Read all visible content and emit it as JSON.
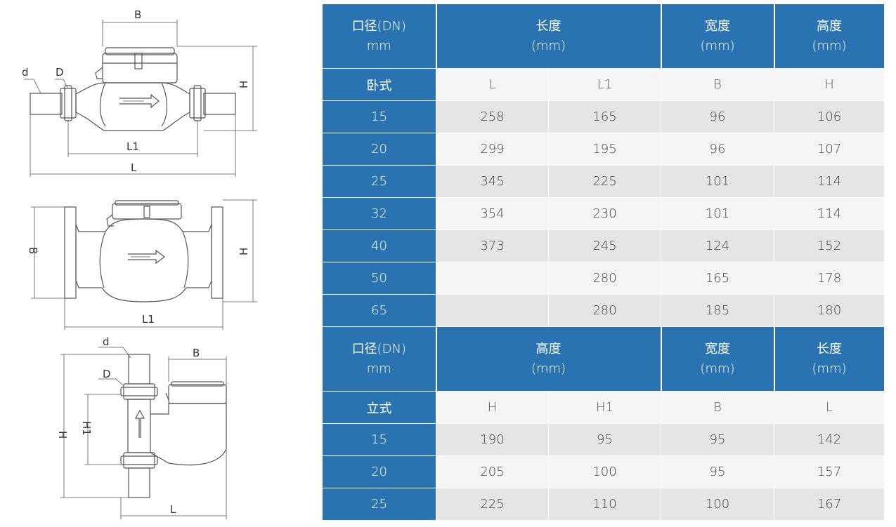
{
  "drawing_labels": {
    "horizontal_side": {
      "B": "B",
      "d": "d",
      "D": "D",
      "H": "H",
      "L1": "L1",
      "L": "L"
    },
    "horizontal_top": {
      "B": "B",
      "H": "H",
      "L1": "L1"
    },
    "vertical": {
      "d": "d",
      "D": "D",
      "B": "B",
      "H": "H",
      "H1": "H1",
      "L": "L"
    }
  },
  "horizontal": {
    "header": {
      "dn_line1": "口径(DN)",
      "dn_line2": "mm",
      "col_a_line1": "长度",
      "col_a_line2": "(mm)",
      "col_b_line1": "宽度",
      "col_b_line2": "(mm)",
      "col_c_line1": "高度",
      "col_c_line2": "(mm)"
    },
    "sub": {
      "label": "卧式",
      "c1": "L",
      "c2": "L1",
      "c3": "B",
      "c4": "H"
    },
    "rows": [
      {
        "dn": "15",
        "c1": "258",
        "c2": "165",
        "c3": "96",
        "c4": "106"
      },
      {
        "dn": "20",
        "c1": "299",
        "c2": "195",
        "c3": "96",
        "c4": "107"
      },
      {
        "dn": "25",
        "c1": "345",
        "c2": "225",
        "c3": "101",
        "c4": "114"
      },
      {
        "dn": "32",
        "c1": "354",
        "c2": "230",
        "c3": "101",
        "c4": "114"
      },
      {
        "dn": "40",
        "c1": "373",
        "c2": "245",
        "c3": "124",
        "c4": "152"
      },
      {
        "dn": "50",
        "c1": "",
        "c2": "280",
        "c3": "165",
        "c4": "178"
      },
      {
        "dn": "65",
        "c1": "",
        "c2": "280",
        "c3": "185",
        "c4": "180"
      }
    ]
  },
  "vertical_table": {
    "header": {
      "dn_line1": "口径(DN)",
      "dn_line2": "mm",
      "col_a_line1": "高度",
      "col_a_line2": "(mm)",
      "col_b_line1": "宽度",
      "col_b_line2": "(mm)",
      "col_c_line1": "长度",
      "col_c_line2": "(mm)"
    },
    "sub": {
      "label": "立式",
      "c1": "H",
      "c2": "H1",
      "c3": "B",
      "c4": "L"
    },
    "rows": [
      {
        "dn": "15",
        "c1": "190",
        "c2": "95",
        "c3": "95",
        "c4": "142"
      },
      {
        "dn": "20",
        "c1": "205",
        "c2": "100",
        "c3": "95",
        "c4": "157"
      },
      {
        "dn": "25",
        "c1": "225",
        "c2": "110",
        "c3": "100",
        "c4": "167"
      }
    ]
  },
  "colors": {
    "header_blue": "#2873b0",
    "row_light": "#f5f5f5",
    "row_dark": "#e5e5e5",
    "line": "#555555"
  }
}
